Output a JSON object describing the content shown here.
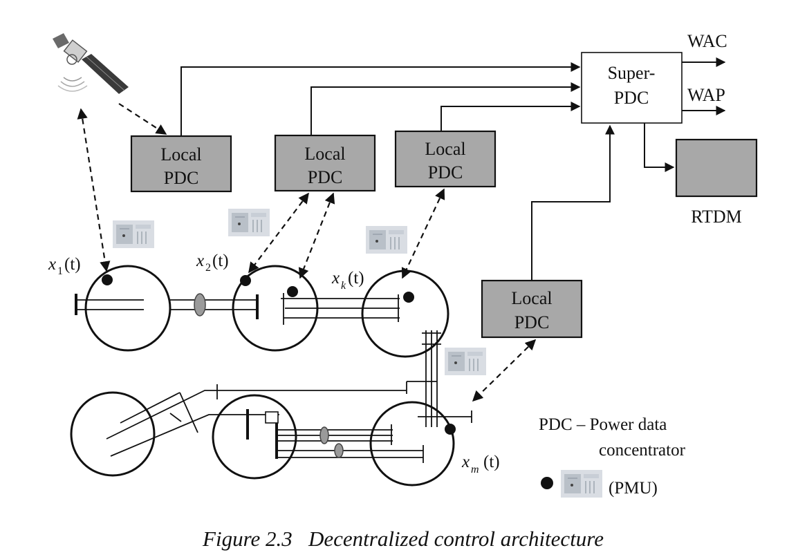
{
  "local_pdc_label_line1": "Local",
  "local_pdc_label_line2": "PDC",
  "super_pdc": {
    "line1": "Super-",
    "line2": "PDC"
  },
  "outputs": {
    "wac": "WAC",
    "wap": "WAP"
  },
  "rtdm": "RTDM",
  "states": {
    "x1": {
      "var": "x",
      "sub": "1",
      "arg": "(t)"
    },
    "x2": {
      "var": "x",
      "sub": "2",
      "arg": "(t)"
    },
    "xk": {
      "var": "x",
      "sub": "k",
      "arg": "(t)"
    },
    "xm": {
      "var": "x",
      "sub": "m",
      "arg": "(t)"
    }
  },
  "legend": {
    "pdc_def_line1": "PDC – Power data",
    "pdc_def_line2": "concentrator",
    "pmu": "(PMU)"
  },
  "caption": "Figure 2.3   Decentralized control architecture",
  "icons": [
    "satellite-icon",
    "pmu-device-icon"
  ],
  "colors": {
    "pdc_box": "#a8a8a8",
    "line": "#111111"
  }
}
